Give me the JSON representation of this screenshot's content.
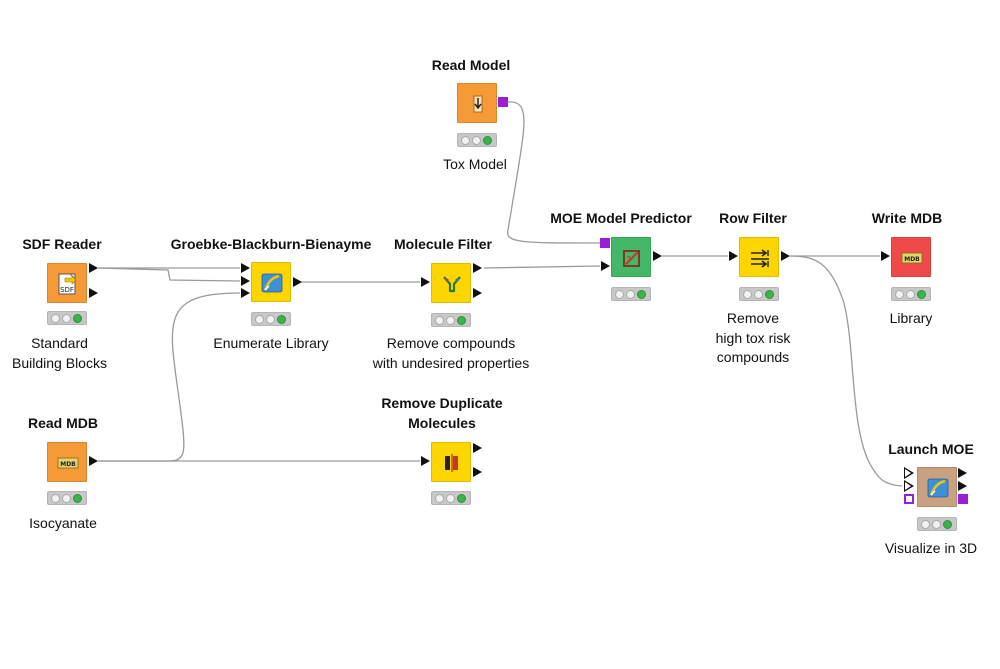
{
  "colors": {
    "source": "#f59a37",
    "manipulator": "#fdd600",
    "predictor": "#43b868",
    "writer": "#ee4a4a",
    "view": "#c9a181",
    "connection": "#9a9a9a",
    "model_port": "#9b1fd2"
  },
  "nodes": {
    "sdf_reader": {
      "title": "SDF Reader",
      "desc_lines": [
        "Standard",
        "Building Blocks"
      ],
      "icon": "sdf-file-icon"
    },
    "gbb": {
      "title": "Groebke-Blackburn-Bienayme",
      "desc_lines": [
        "Enumerate Library"
      ],
      "icon": "moe-reaction-icon"
    },
    "molecule_filter": {
      "title": "Molecule Filter",
      "desc_lines": [
        "Remove compounds",
        "with undesired properties"
      ],
      "icon": "filter-funnel-icon"
    },
    "read_model": {
      "title": "Read Model",
      "desc_lines": [
        "Tox Model"
      ],
      "icon": "read-model-icon"
    },
    "moe_predictor": {
      "title": "MOE Model Predictor",
      "desc_lines": [],
      "icon": "predictor-icon"
    },
    "row_filter": {
      "title": "Row Filter",
      "desc_lines": [
        "Remove",
        "high tox risk",
        "compounds"
      ],
      "icon": "row-filter-icon"
    },
    "write_mdb": {
      "title": "Write MDB",
      "desc_lines": [
        "Library"
      ],
      "icon": "mdb-write-icon",
      "icon_text": "MDB"
    },
    "read_mdb": {
      "title": "Read MDB",
      "desc_lines": [
        "Isocyanate"
      ],
      "icon": "mdb-read-icon",
      "icon_text": "MDB"
    },
    "remove_dup": {
      "title_lines": [
        "Remove Duplicate",
        "Molecules"
      ],
      "desc_lines": [],
      "icon": "duplicate-icon"
    },
    "launch_moe": {
      "title": "Launch MOE",
      "desc_lines": [
        "Visualize in 3D"
      ],
      "icon": "moe-launch-icon"
    }
  },
  "sdf_icon_text": "SDF"
}
